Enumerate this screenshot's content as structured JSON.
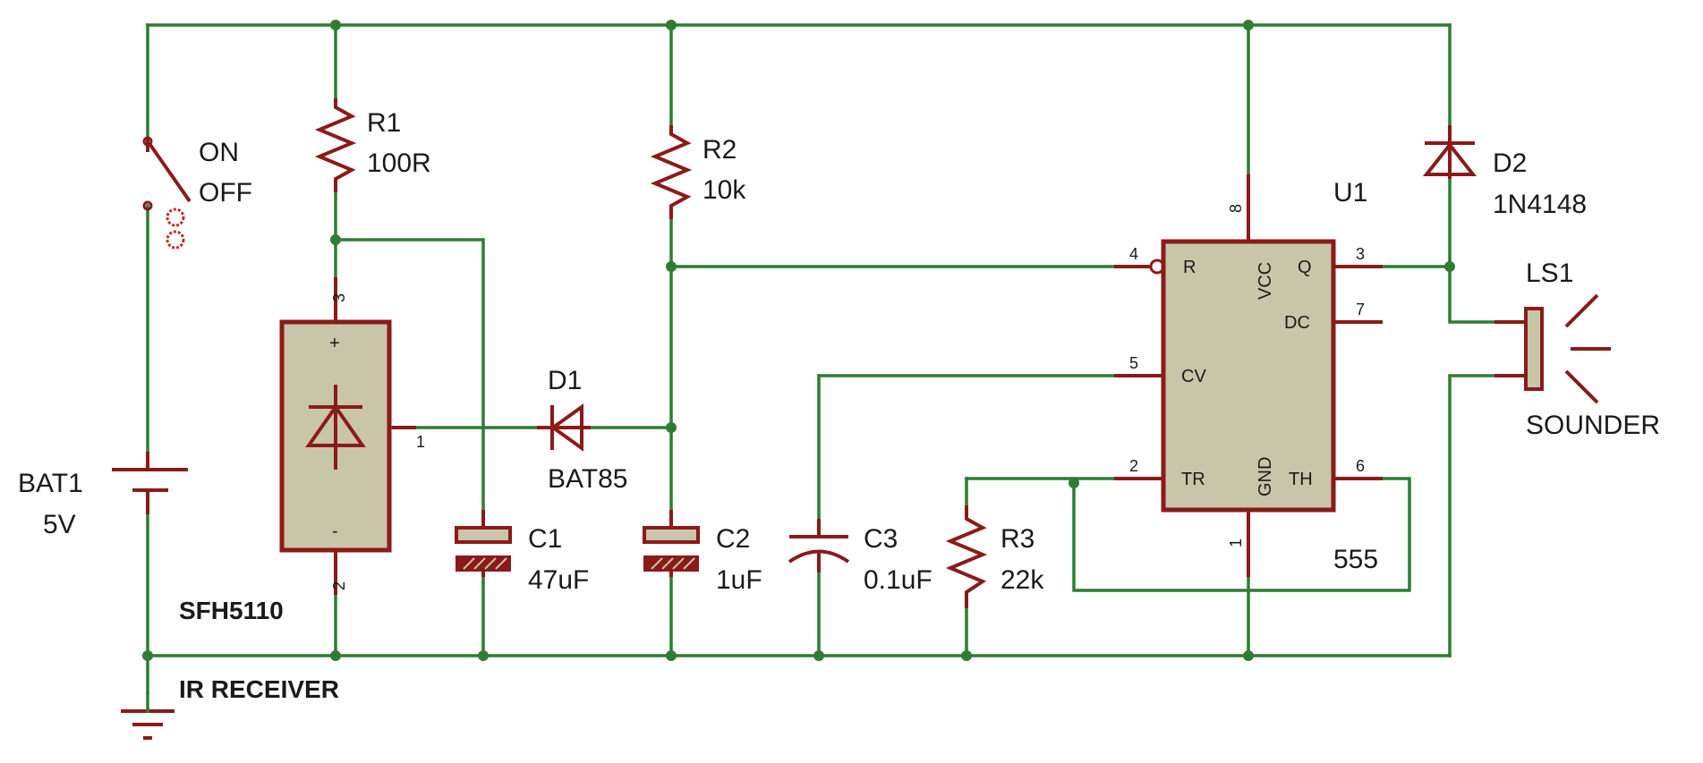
{
  "components": {
    "r1": {
      "ref": "R1",
      "value": "100R"
    },
    "r2": {
      "ref": "R2",
      "value": "10k"
    },
    "r3": {
      "ref": "R3",
      "value": "22k"
    },
    "c1": {
      "ref": "C1",
      "value": "47uF"
    },
    "c2": {
      "ref": "C2",
      "value": "1uF"
    },
    "c3": {
      "ref": "C3",
      "value": "0.1uF"
    },
    "d1": {
      "ref": "D1",
      "value": "BAT85"
    },
    "d2": {
      "ref": "D2",
      "value": "1N4148"
    },
    "bat1": {
      "ref": "BAT1",
      "value": "5V"
    },
    "switch": {
      "on": "ON",
      "off": "OFF"
    },
    "ir": {
      "part": "SFH5110",
      "name": "IR RECEIVER",
      "pin_plus": "+",
      "pin_minus": "-",
      "pin1": "1",
      "pin2": "2",
      "pin3": "3"
    },
    "u1": {
      "ref": "U1",
      "value": "555",
      "pin_names": {
        "r": "R",
        "vcc": "VCC",
        "q": "Q",
        "dc": "DC",
        "cv": "CV",
        "tr": "TR",
        "gnd": "GND",
        "th": "TH"
      },
      "pin_numbers": {
        "p4": "4",
        "p8": "8",
        "p3": "3",
        "p7": "7",
        "p5": "5",
        "p2": "2",
        "p1": "1",
        "p6": "6"
      }
    },
    "ls1": {
      "ref": "LS1",
      "value": "SOUNDER"
    }
  },
  "colors": {
    "wire": "#2e7d32",
    "component": "#8b1a1a",
    "ic_body": "#c8c5a8"
  }
}
